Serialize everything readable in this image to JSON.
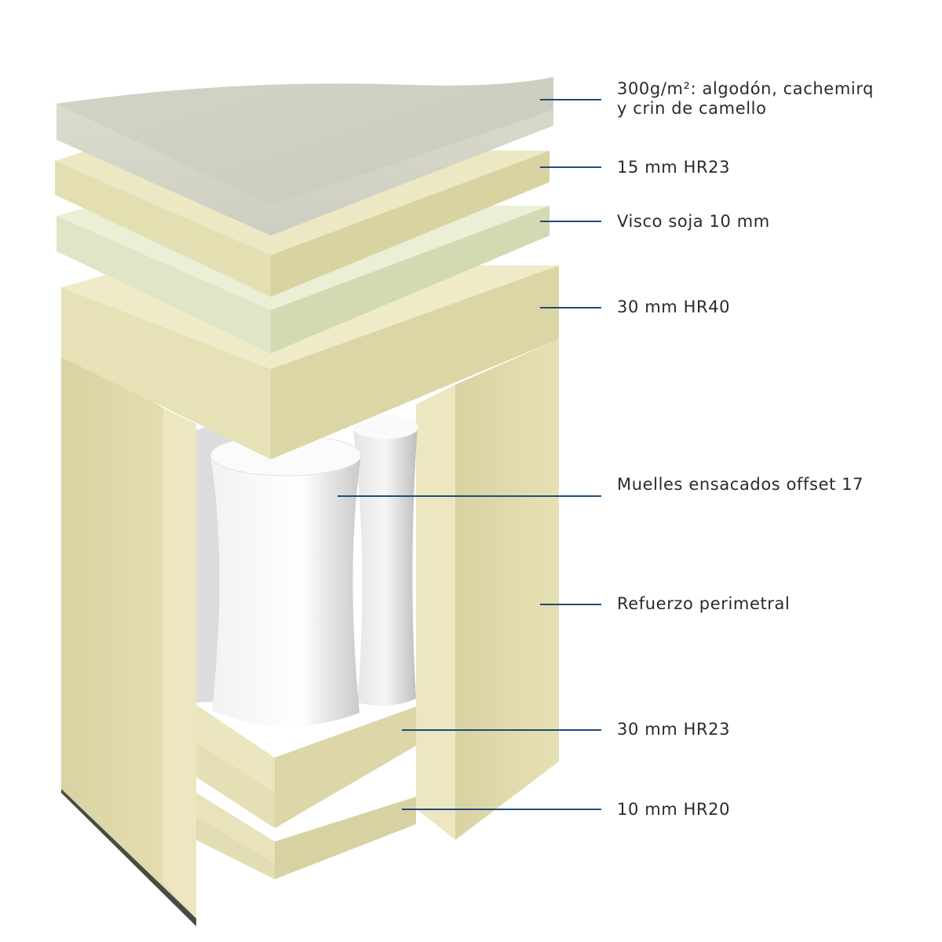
{
  "colors": {
    "leader_line": "#1e4d78",
    "cover_fabric": "#d9d9cc",
    "foam_cream": "#e8e3ba",
    "foam_shade": "#d6d0a0",
    "visco": "#e4e9cc",
    "spring": "#f4f4f4"
  },
  "layers": [
    {
      "id": "cover",
      "text_line1": "300g/m²: algodón, cachemirq",
      "text_line2": "y crin de camello"
    },
    {
      "id": "hr23-top",
      "text_line1": "15 mm HR23"
    },
    {
      "id": "visco",
      "text_line1": "Visco soja 10 mm"
    },
    {
      "id": "hr40",
      "text_line1": "30 mm HR40"
    },
    {
      "id": "springs",
      "text_line1": "Muelles ensacados offset 17"
    },
    {
      "id": "perimeter",
      "text_line1": "Refuerzo perimetral"
    },
    {
      "id": "hr23-bottom",
      "text_line1": "30 mm HR23"
    },
    {
      "id": "hr20",
      "text_line1": "10 mm HR20"
    }
  ]
}
